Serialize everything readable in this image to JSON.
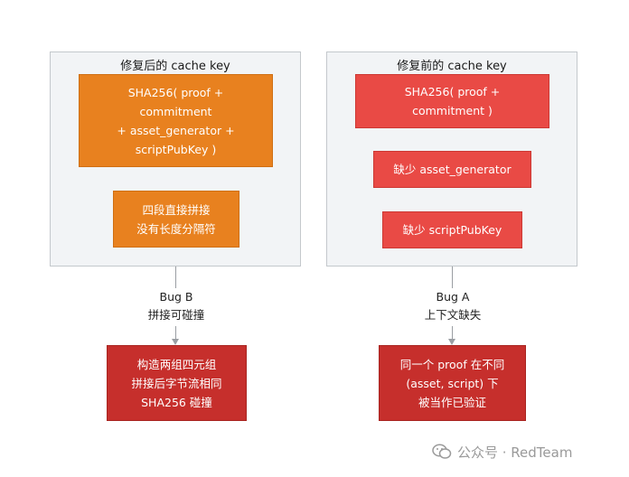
{
  "left_panel": {
    "title": "修复后的 cache key",
    "hash_box": "SHA256( proof +\ncommitment\n+ asset_generator +\nscriptPubKey )",
    "note_box": "四段直接拼接\n没有长度分隔符"
  },
  "right_panel": {
    "title": "修复前的 cache key",
    "hash_box": "SHA256( proof +\ncommitment )",
    "missing_1": "缺少 asset_generator",
    "missing_2": "缺少 scriptPubKey"
  },
  "bug_b": {
    "label": "Bug B\n拼接可碰撞",
    "result": "构造两组四元组\n拼接后字节流相同\nSHA256 碰撞"
  },
  "bug_a": {
    "label": "Bug A\n上下文缺失",
    "result": "同一个 proof 在不同\n(asset, script) 下\n被当作已验证"
  },
  "watermark": {
    "text": "公众号 · RedTeam",
    "icon": "wechat-icon"
  },
  "colors": {
    "orange": "#e8811f",
    "red": "#e94a45",
    "dark_red": "#c62f2c",
    "panel_bg": "#f2f4f6"
  }
}
